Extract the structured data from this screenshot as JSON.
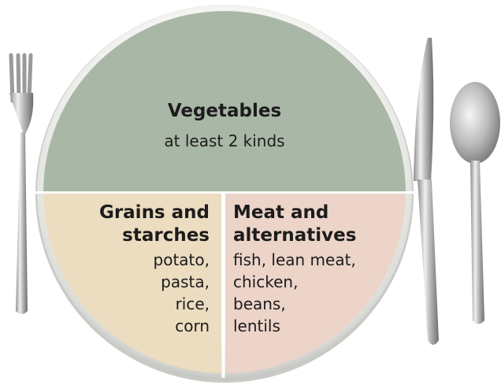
{
  "plate": {
    "vegetables": {
      "heading": "Vegetables",
      "subtext": "at least 2 kinds",
      "color": "#a9b8a6"
    },
    "grains": {
      "heading_lines": [
        "Grains and",
        "starches"
      ],
      "items": [
        "potato,",
        "pasta,",
        "rice,",
        "corn"
      ],
      "color": "#ecdcc0"
    },
    "meat": {
      "heading_lines": [
        "Meat and",
        "alternatives"
      ],
      "items": [
        "fish, lean meat,",
        "chicken,",
        "beans,",
        "lentils"
      ],
      "color": "#ecd4c9"
    }
  },
  "utensils": [
    "fork-icon",
    "knife-icon",
    "spoon-icon"
  ]
}
